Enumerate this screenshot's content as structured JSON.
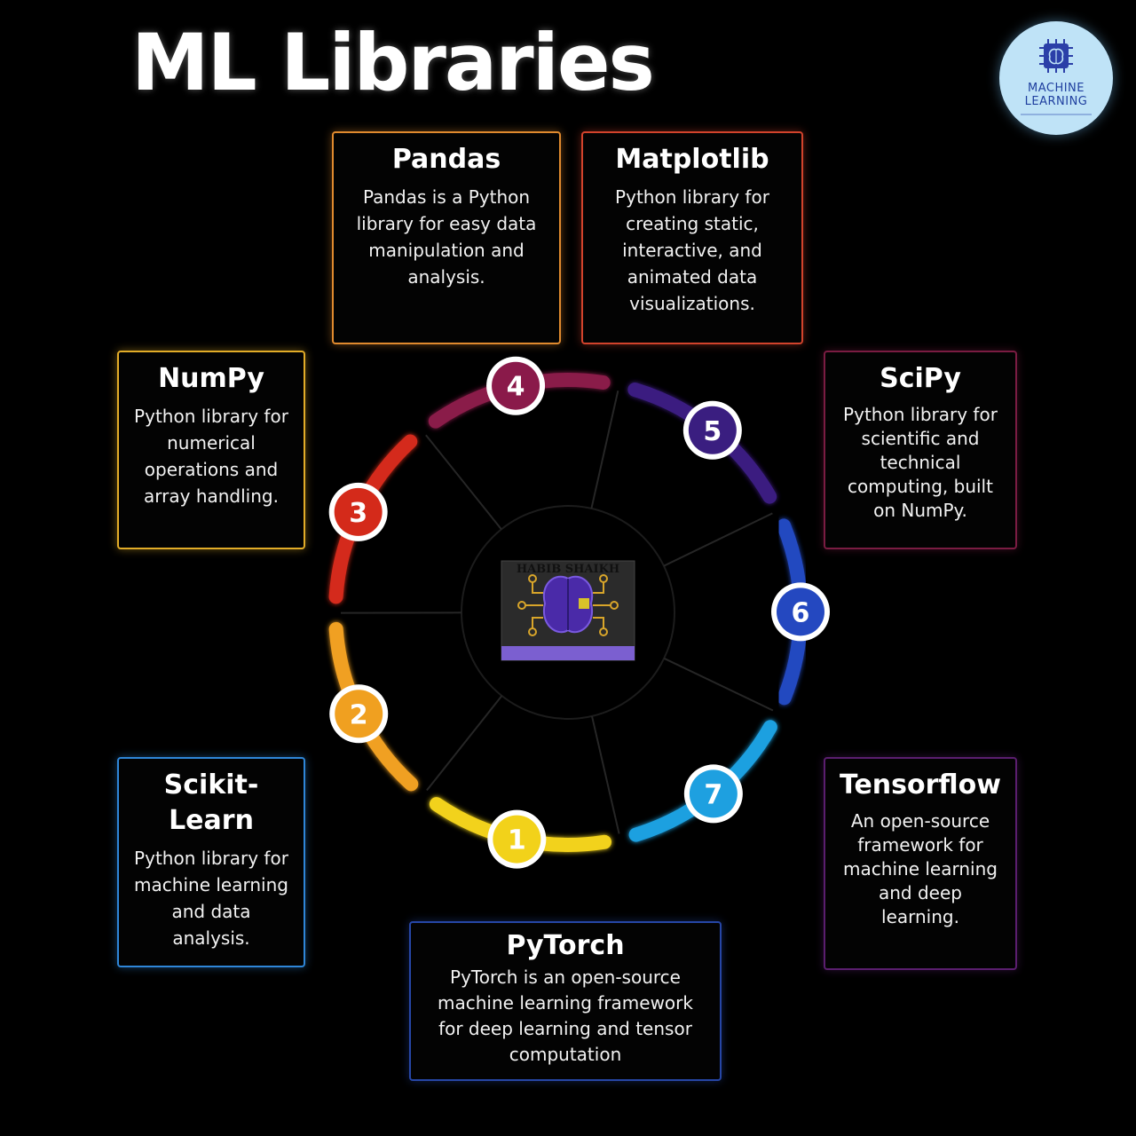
{
  "title": "ML Libraries",
  "logo": {
    "line1": "MACHINE",
    "line2": "LEARNING",
    "background": "#bfe3f7",
    "icon": "brain-chip-icon"
  },
  "hub": {
    "watermark": "HABIB SHAIKH",
    "icon": "brain-circuit-icon"
  },
  "segments": [
    {
      "number": "1",
      "color": "#f2d21a"
    },
    {
      "number": "2",
      "color": "#f0a020"
    },
    {
      "number": "3",
      "color": "#d42a1a"
    },
    {
      "number": "4",
      "color": "#8a1a4a"
    },
    {
      "number": "5",
      "color": "#3a1e80"
    },
    {
      "number": "6",
      "color": "#2448c0"
    },
    {
      "number": "7",
      "color": "#1ea0e0"
    }
  ],
  "cards": {
    "pandas": {
      "title": "Pandas",
      "desc": "Pandas is a Python library for easy data manipulation and analysis."
    },
    "matplotlib": {
      "title": "Matplotlib",
      "desc": "Python library for creating static, interactive, and animated data visualizations."
    },
    "numpy": {
      "title": "NumPy",
      "desc": "Python library for numerical operations and array handling."
    },
    "scipy": {
      "title": "SciPy",
      "desc": "Python library for scientific and technical computing, built on NumPy."
    },
    "sklearn": {
      "title": "Scikit-Learn",
      "desc": "Python library for machine learning and data analysis."
    },
    "tensorflow": {
      "title": "Tensorflow",
      "desc": "An open-source framework for machine learning and deep learning."
    },
    "pytorch": {
      "title": "PyTorch",
      "desc": "PyTorch is an open-source machine learning framework for deep learning and tensor computation"
    }
  }
}
